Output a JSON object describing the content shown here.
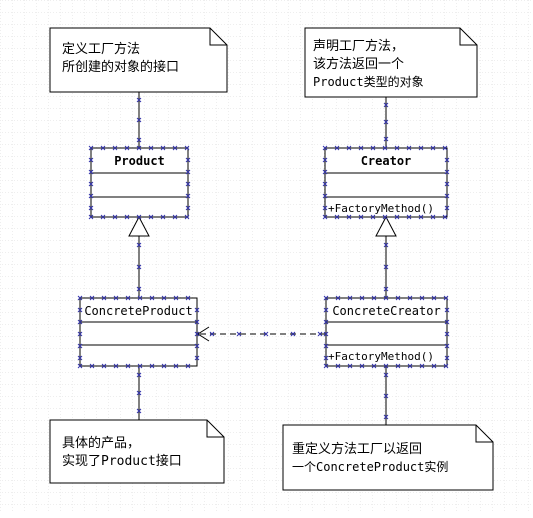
{
  "notes": {
    "product_note": {
      "lines": [
        "定义工厂方法",
        "所创建的对象的接口"
      ]
    },
    "creator_note": {
      "lines": [
        "声明工厂方法，",
        "该方法返回一个",
        "Product类型的对象"
      ]
    },
    "concrete_product_note": {
      "lines": [
        "具体的产品，",
        "实现了Product接口"
      ]
    },
    "concrete_creator_note": {
      "lines": [
        "重定义方法工厂以返回",
        "一个ConcreteProduct实例"
      ]
    }
  },
  "classes": {
    "product": {
      "name": "Product",
      "operation": ""
    },
    "creator": {
      "name": "Creator",
      "operation": "+FactoryMethod()"
    },
    "concrete_product": {
      "name": "ConcreteProduct",
      "operation": ""
    },
    "concrete_creator": {
      "name": "ConcreteCreator",
      "operation": "+FactoryMethod()"
    }
  },
  "colors": {
    "grid": "#d9d9d9",
    "outline": "#000000",
    "handle": "#3333aa",
    "background": "#ffffff"
  }
}
